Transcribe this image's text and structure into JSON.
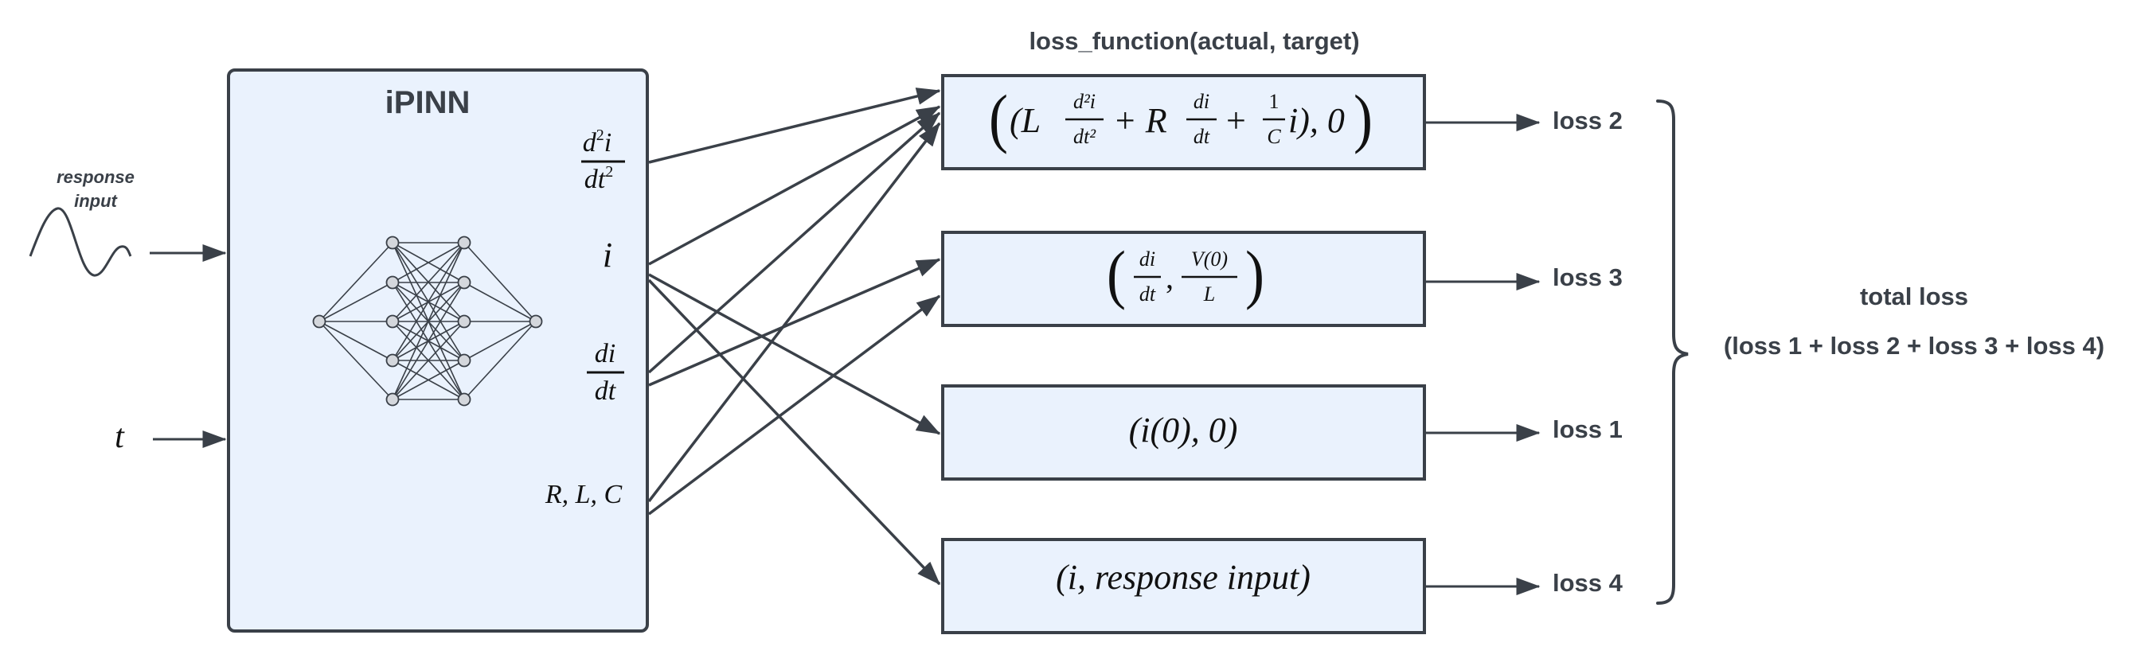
{
  "header": {
    "loss_function": "loss_function(actual, target)"
  },
  "network": {
    "title": "iPINN"
  },
  "inputs": {
    "response_line1": "response",
    "response_line2": "input",
    "t": "t"
  },
  "outputs": {
    "d2i_num_d": "d",
    "d2i_num_sup": "2",
    "d2i_num_i": "i",
    "d2i_den_dt": "dt",
    "d2i_den_sup": "2",
    "i": "i",
    "di_num": "di",
    "di_den": "dt",
    "rlc": "R, L, C"
  },
  "losses": {
    "loss2": "loss 2",
    "loss3": "loss 3",
    "loss1": "loss 1",
    "loss4": "loss 4"
  },
  "boxes": {
    "box2": {
      "open": "(",
      "open_inner": "(L",
      "frac1_num": "d²i",
      "frac1_den": "dt²",
      "plus_r": "+ R",
      "frac2_num": "di",
      "frac2_den": "dt",
      "plus": "+",
      "frac3_num": "1",
      "frac3_den": "C",
      "tail": "i), 0",
      "close": ")"
    },
    "box3": {
      "open": "(",
      "frac1_num": "di",
      "frac1_den": "dt",
      "comma": ",",
      "frac2_num": "V(0)",
      "frac2_den": "L",
      "close": ")"
    },
    "box1": {
      "text": "(i(0), 0)"
    },
    "box4": {
      "text": "(i, response input)"
    }
  },
  "total": {
    "title": "total loss",
    "formula": "(loss 1 + loss 2 + loss 3 + loss 4)"
  },
  "colors": {
    "box_fill": "#eaf2fd",
    "stroke": "#3a4048",
    "node_fill": "#d4d7dc"
  }
}
